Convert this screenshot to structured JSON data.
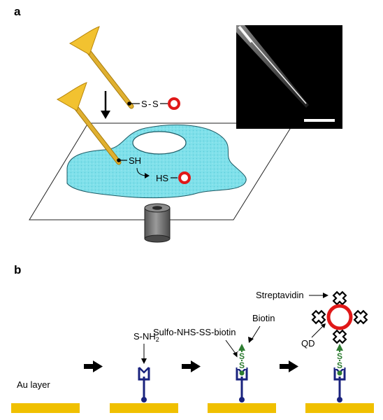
{
  "panel_a": {
    "label": "a",
    "chem": {
      "disulfide_s1": "S",
      "disulfide_dash": "-",
      "disulfide_s2": "S",
      "thiol_tip": "SH",
      "thiol_released": "HS"
    }
  },
  "panel_b": {
    "label": "b",
    "labels": {
      "au_layer": "Au layer",
      "amine_base": "S-NH",
      "amine_sub": "2",
      "sulfo": "Sulfo-NHS-SS-biotin",
      "biotin": "Biotin",
      "streptavidin": "Streptavidin",
      "qd": "QD",
      "s_letter": "S"
    }
  },
  "colors": {
    "gold": "#f0c000",
    "probe_gold": "#d4a520",
    "cell_fill": "#7fe0ea",
    "ring_red": "#e01818",
    "linker_navy": "#1a237e",
    "biotin_green": "#2e7d32"
  }
}
